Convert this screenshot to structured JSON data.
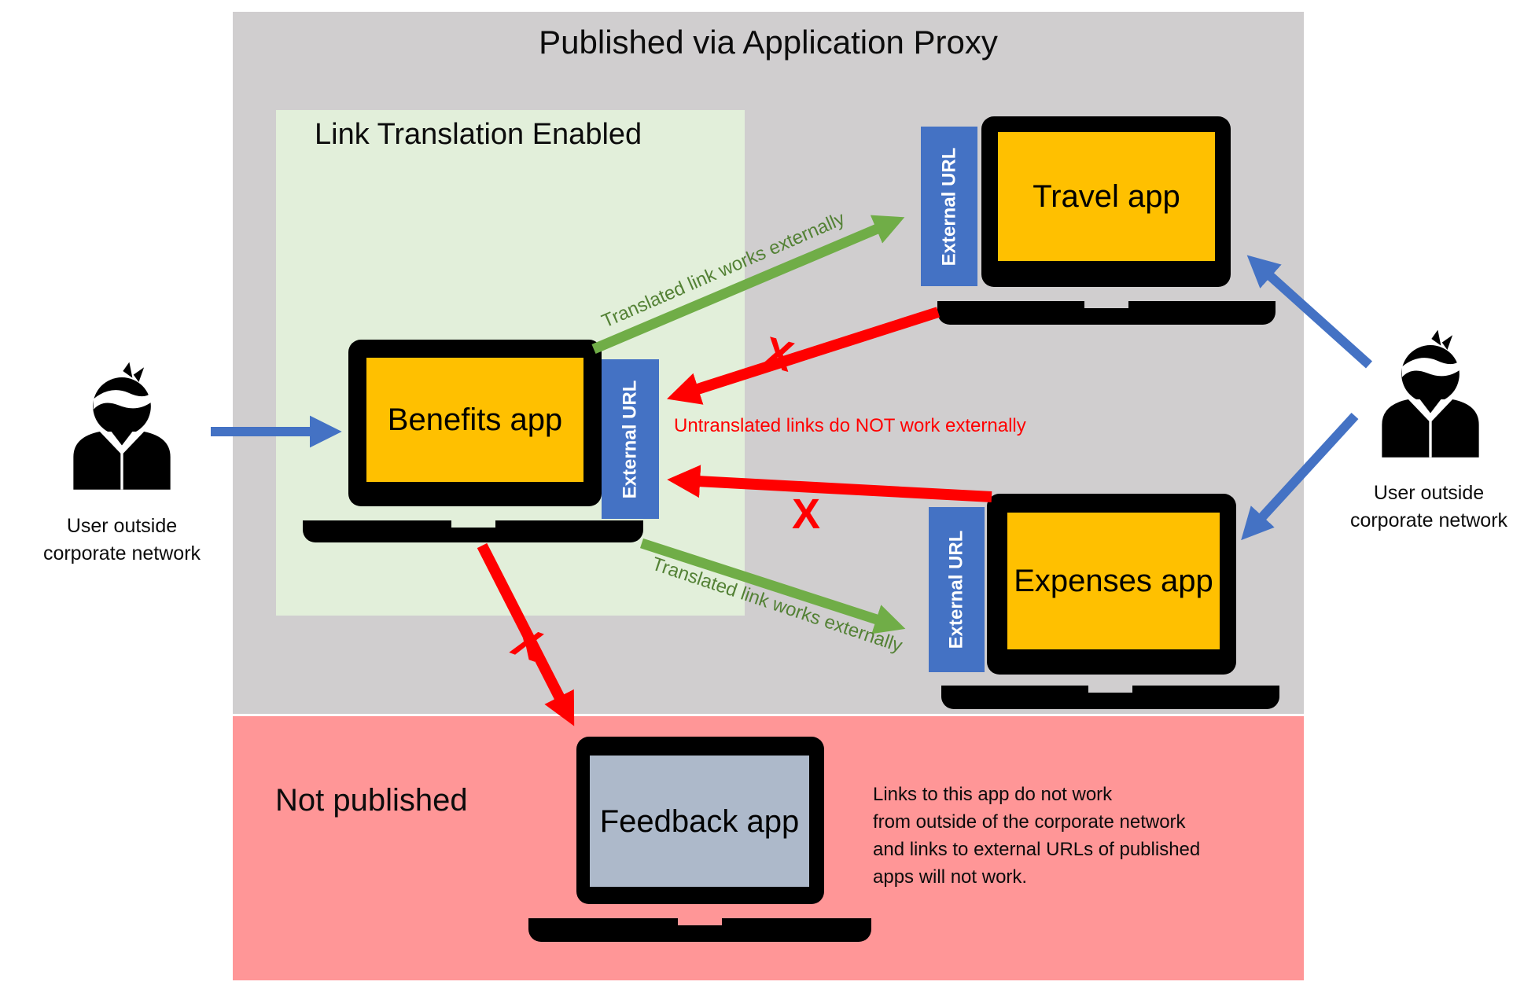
{
  "title": "Published via Application Proxy",
  "regions": {
    "link_translation": {
      "label": "Link Translation Enabled"
    },
    "not_published": {
      "label": "Not published"
    }
  },
  "apps": {
    "travel": {
      "name": "Travel app",
      "external_url_label": "External URL"
    },
    "benefits": {
      "name": "Benefits app",
      "external_url_label": "External URL"
    },
    "expenses": {
      "name": "Expenses app",
      "external_url_label": "External URL"
    },
    "feedback": {
      "name": "Feedback app"
    }
  },
  "annotations": {
    "translated_top": "Translated link works externally",
    "translated_bottom": "Translated link works externally",
    "untranslated": "Untranslated links do NOT work externally",
    "x_mark": "X",
    "feedback_note": "Links to this app do not work\nfrom outside of the corporate network\nand links to external URLs of published\napps will not work."
  },
  "users": {
    "left": {
      "caption": "User outside\ncorporate network"
    },
    "right": {
      "caption": "User outside\ncorporate network"
    }
  },
  "colors": {
    "gray_bg": "#D0CECF",
    "green_bg": "#E2EFDA",
    "pink_bg": "#FF9697",
    "yellow": "#FFC000",
    "blue": "#4472C4",
    "green_arrow": "#70AD47",
    "green_text": "#538135",
    "red": "#FF0000",
    "feedback_screen": "#ADB9CA",
    "black": "#000000"
  }
}
